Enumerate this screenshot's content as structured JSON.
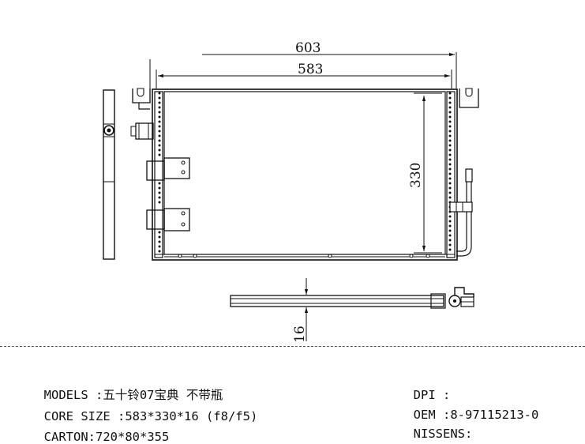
{
  "dimensions": {
    "overall_width": "603",
    "core_width": "583",
    "core_height": "330",
    "thickness": "16"
  },
  "specs_left": [
    {
      "label": "MODELS :",
      "value": "五十铃07宝典 不带瓶"
    },
    {
      "label": "CORE SIZE :",
      "value": "583*330*16 (f8/f5)"
    },
    {
      "label": "CARTON:",
      "value": "720*80*355"
    }
  ],
  "specs_right": [
    {
      "label": "DPI :",
      "value": ""
    },
    {
      "label": "OEM :",
      "value": "8-97115213-0"
    },
    {
      "label": "NISSENS:",
      "value": ""
    }
  ]
}
